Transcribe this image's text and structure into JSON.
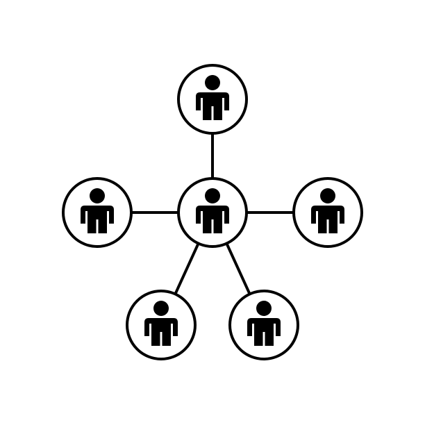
{
  "style": {
    "background": "#ffffff",
    "stroke": "#000000",
    "node_fill": "#ffffff",
    "person_fill": "#000000"
  },
  "nodes": [
    {
      "id": "center",
      "role": "hub",
      "icon": "person-icon"
    },
    {
      "id": "top",
      "role": "member",
      "icon": "person-icon"
    },
    {
      "id": "left",
      "role": "member",
      "icon": "person-icon"
    },
    {
      "id": "right",
      "role": "member",
      "icon": "person-icon"
    },
    {
      "id": "bottom-left",
      "role": "member",
      "icon": "person-icon"
    },
    {
      "id": "bottom-right",
      "role": "member",
      "icon": "person-icon"
    }
  ],
  "edges": [
    {
      "from": "center",
      "to": "top"
    },
    {
      "from": "center",
      "to": "left"
    },
    {
      "from": "center",
      "to": "right"
    },
    {
      "from": "center",
      "to": "bottom-left"
    },
    {
      "from": "center",
      "to": "bottom-right"
    }
  ]
}
